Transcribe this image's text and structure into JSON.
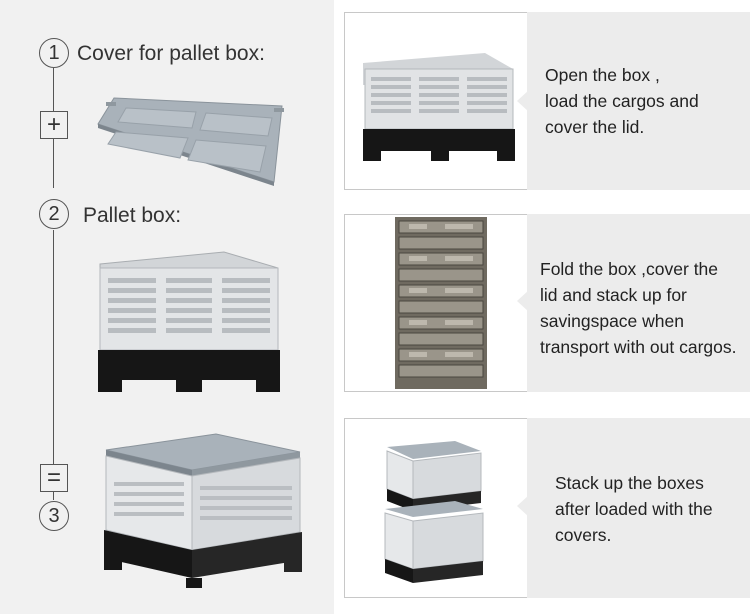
{
  "left": {
    "step1": {
      "number": "1",
      "label": "Cover for pallet box:"
    },
    "plus_symbol": "+",
    "step2": {
      "number": "2",
      "label": "Pallet box:"
    },
    "equals_symbol": "=",
    "step3": {
      "number": "3"
    }
  },
  "rows": [
    {
      "text": "Open the box ,\nload the cargos and\ncover the lid."
    },
    {
      "text": "Fold the box ,cover the\nlid and stack up for\nsavingspace when\ntransport with out cargos."
    },
    {
      "text": "Stack up the boxes\nafter loaded with the\ncovers."
    }
  ],
  "colors": {
    "panel_bg": "#f1f1f1",
    "row_bg": "#ececec",
    "box_body": "#e2e4e6",
    "box_base": "#161616"
  }
}
